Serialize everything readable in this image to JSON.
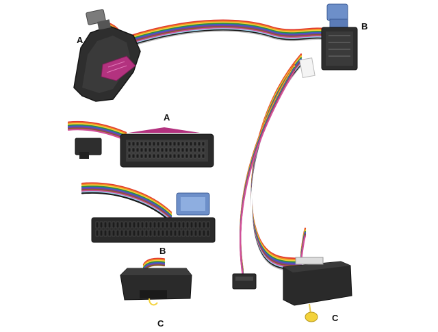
{
  "labels": {
    "a_top": "A",
    "b_top": "B",
    "a_detail": "A",
    "b_detail": "B",
    "c_left": "C",
    "c_right": "C"
  },
  "colors": {
    "background": "#ffffff",
    "connector_body": "#2e2e2e",
    "connector_blue": "#6d8fc9",
    "connector_magenta": "#b3327f",
    "wires": [
      "#e23a2e",
      "#f08a24",
      "#f3d23b",
      "#2f8f3e",
      "#3b5fc4",
      "#7b3fa0",
      "#8a5a2b",
      "#d24f9a",
      "#9ad0ea",
      "#1a1a1a",
      "#bdbdbd",
      "#ffffff"
    ]
  }
}
